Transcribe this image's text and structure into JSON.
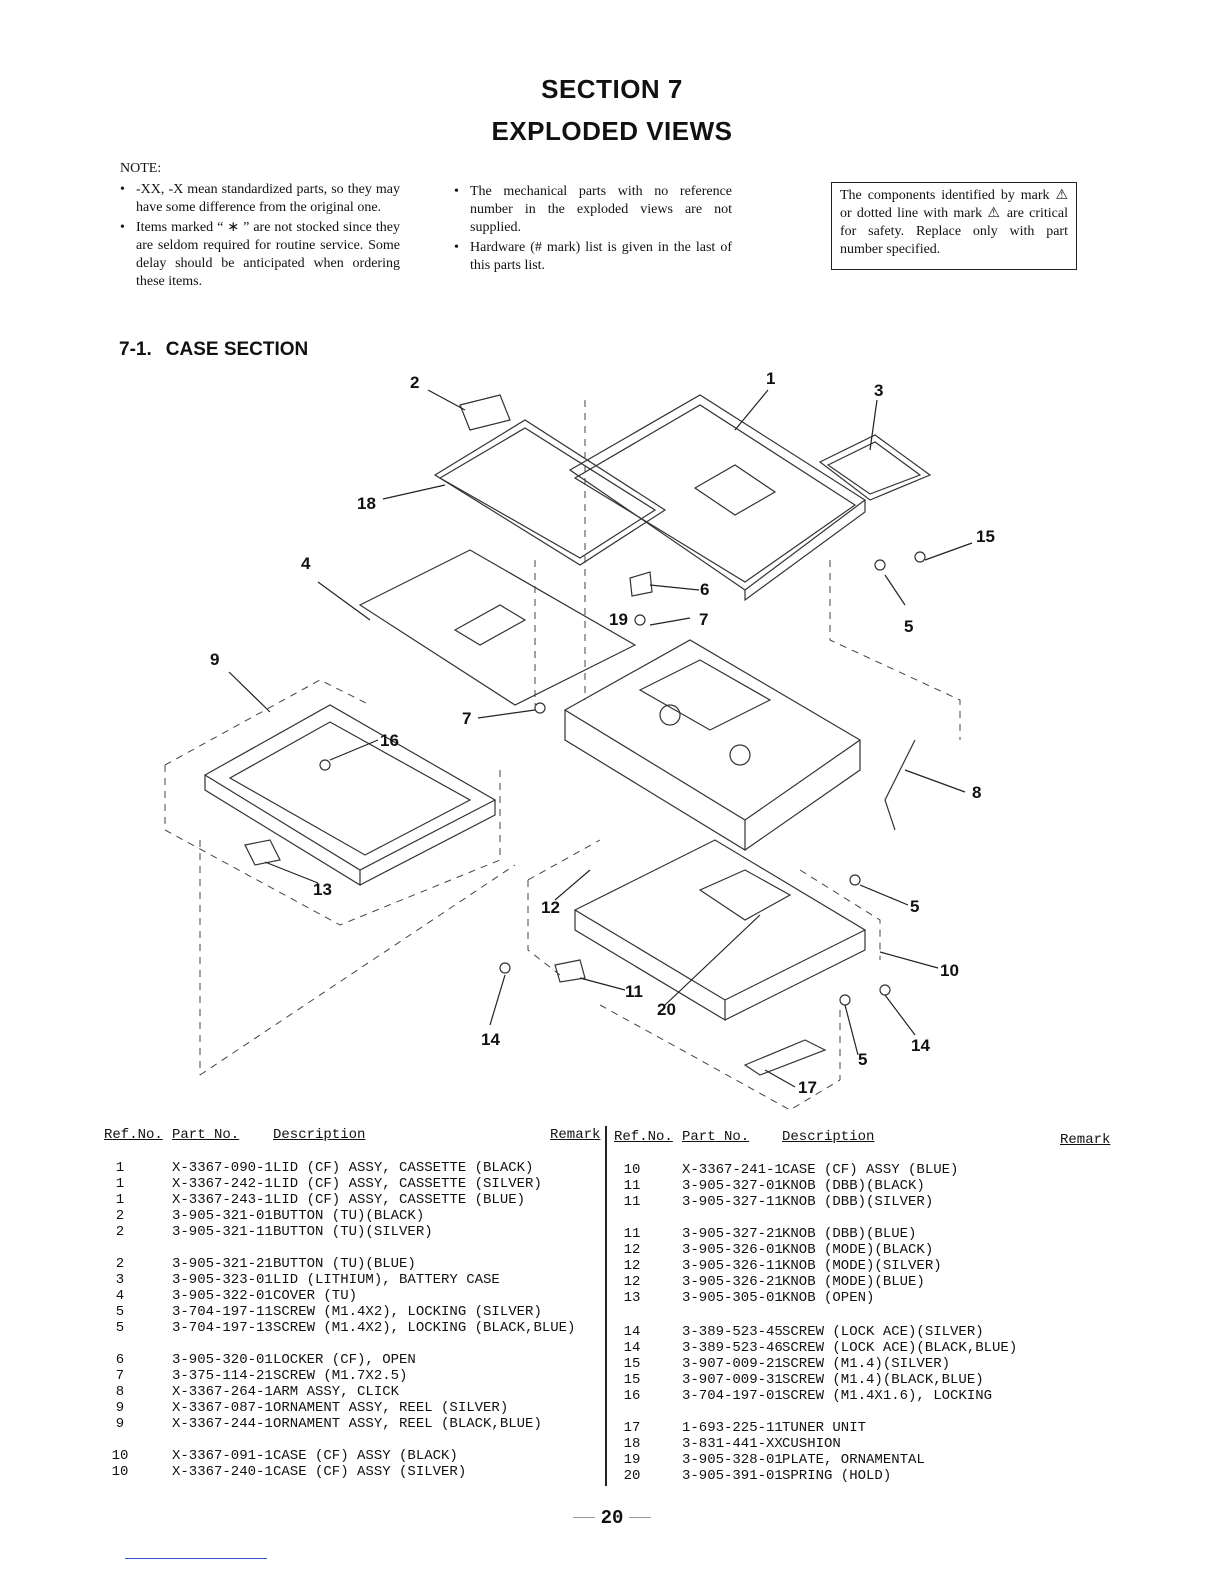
{
  "header": {
    "section": "SECTION 7",
    "title": "EXPLODED VIEWS"
  },
  "notes": {
    "label": "NOTE:",
    "left": [
      "-XX, -X mean standardized parts, so they may have some difference from the original one.",
      "Items marked “ ∗ ” are not stocked since they are seldom required for routine service. Some delay should be anticipated when ordering these items."
    ],
    "middle": [
      "The mechanical parts with no reference number in the exploded views are not supplied.",
      "Hardware (# mark) list is given in the last of this parts list."
    ],
    "safety_box": "The components identified by mark ⚠ or dotted line with mark ⚠ are critical for safety. Replace only with part number specified."
  },
  "section": {
    "number": "7-1.",
    "title": "CASE SECTION"
  },
  "diagram": {
    "callouts": [
      "1",
      "2",
      "3",
      "4",
      "5",
      "5",
      "5",
      "6",
      "7",
      "7",
      "8",
      "9",
      "10",
      "11",
      "12",
      "13",
      "14",
      "14",
      "15",
      "16",
      "17",
      "18",
      "19",
      "20"
    ]
  },
  "table": {
    "headers": {
      "ref": "Ref.No.",
      "part": "Part No.",
      "desc": "Description",
      "remark": "Remark"
    },
    "left_rows": [
      [
        "1",
        "X-3367-090-1",
        "LID (CF) ASSY, CASSETTE (BLACK)"
      ],
      [
        "1",
        "X-3367-242-1",
        "LID (CF) ASSY, CASSETTE (SILVER)"
      ],
      [
        "1",
        "X-3367-243-1",
        "LID (CF) ASSY, CASSETTE (BLUE)"
      ],
      [
        "2",
        "3-905-321-01",
        "BUTTON (TU)(BLACK)"
      ],
      [
        "2",
        "3-905-321-11",
        "BUTTON (TU)(SILVER)"
      ],
      [
        "2",
        "3-905-321-21",
        "BUTTON (TU)(BLUE)"
      ],
      [
        "3",
        "3-905-323-01",
        "LID (LITHIUM), BATTERY CASE"
      ],
      [
        "4",
        "3-905-322-01",
        "COVER (TU)"
      ],
      [
        "5",
        "3-704-197-11",
        "SCREW (M1.4X2), LOCKING (SILVER)"
      ],
      [
        "5",
        "3-704-197-13",
        "SCREW (M1.4X2), LOCKING (BLACK,BLUE)"
      ],
      [
        "6",
        "3-905-320-01",
        "LOCKER (CF), OPEN"
      ],
      [
        "7",
        "3-375-114-21",
        "SCREW (M1.7X2.5)"
      ],
      [
        "8",
        "X-3367-264-1",
        "ARM ASSY, CLICK"
      ],
      [
        "9",
        "X-3367-087-1",
        "ORNAMENT ASSY, REEL (SILVER)"
      ],
      [
        "9",
        "X-3367-244-1",
        "ORNAMENT ASSY, REEL (BLACK,BLUE)"
      ],
      [
        "10",
        "X-3367-091-1",
        "CASE (CF) ASSY (BLACK)"
      ],
      [
        "10",
        "X-3367-240-1",
        "CASE (CF) ASSY (SILVER)"
      ]
    ],
    "right_rows": [
      [
        "10",
        "X-3367-241-1",
        "CASE (CF) ASSY (BLUE)"
      ],
      [
        "11",
        "3-905-327-01",
        "KNOB (DBB)(BLACK)"
      ],
      [
        "11",
        "3-905-327-11",
        "KNOB (DBB)(SILVER)"
      ],
      [
        "11",
        "3-905-327-21",
        "KNOB (DBB)(BLUE)"
      ],
      [
        "12",
        "3-905-326-01",
        "KNOB (MODE)(BLACK)"
      ],
      [
        "12",
        "3-905-326-11",
        "KNOB (MODE)(SILVER)"
      ],
      [
        "12",
        "3-905-326-21",
        "KNOB (MODE)(BLUE)"
      ],
      [
        "13",
        "3-905-305-01",
        "KNOB (OPEN)"
      ],
      [
        "14",
        "3-389-523-45",
        "SCREW (LOCK ACE)(SILVER)"
      ],
      [
        "14",
        "3-389-523-46",
        "SCREW (LOCK ACE)(BLACK,BLUE)"
      ],
      [
        "15",
        "3-907-009-21",
        "SCREW (M1.4)(SILVER)"
      ],
      [
        "15",
        "3-907-009-31",
        "SCREW (M1.4)(BLACK,BLUE)"
      ],
      [
        "16",
        "3-704-197-01",
        "SCREW (M1.4X1.6), LOCKING"
      ],
      [
        "17",
        "1-693-225-11",
        "TUNER UNIT"
      ],
      [
        "18",
        "3-831-441-XX",
        "CUSHION"
      ],
      [
        "19",
        "3-905-328-01",
        "PLATE, ORNAMENTAL"
      ],
      [
        "20",
        "3-905-391-01",
        "SPRING (HOLD)"
      ]
    ]
  },
  "page_number": "20"
}
